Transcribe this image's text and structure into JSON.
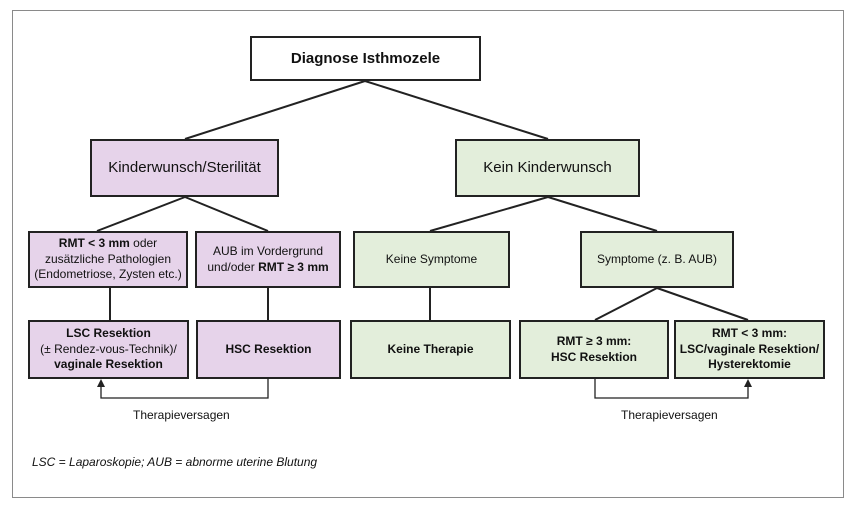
{
  "root": {
    "label": "Diagnose Isthmozele"
  },
  "branches": {
    "left": {
      "label": "Kinderwunsch/Sterilität",
      "cond1": {
        "bold": "RMT < 3 mm",
        "rest1": " oder",
        "rest2": "zusätzliche Pathologien",
        "rest3": "(Endometriose, Zysten etc.)"
      },
      "cond2": {
        "line1": "AUB im Vordergrund",
        "line2_pre": "und/oder ",
        "line2_bold": "RMT ≥ 3 mm"
      },
      "treat1": {
        "line1": "LSC Resektion",
        "line2": "(± Rendez-vous-Technik)/",
        "line3": "vaginale Resektion"
      },
      "treat2": {
        "label": "HSC Resektion"
      },
      "failure": "Therapieversagen"
    },
    "right": {
      "label": "Kein Kinderwunsch",
      "cond1": {
        "label": "Keine Symptome"
      },
      "cond2": {
        "label": "Symptome (z. B. AUB)"
      },
      "treat1": {
        "label": "Keine Therapie"
      },
      "treat2": {
        "line1": "RMT ≥ 3 mm:",
        "line2": "HSC Resektion"
      },
      "treat3": {
        "line1": "RMT < 3 mm:",
        "line2": "LSC/vaginale Resektion/",
        "line3": "Hysterektomie"
      },
      "failure": "Therapieversagen"
    }
  },
  "legend": "LSC = Laparoskopie; AUB = abnorme uterine Blutung",
  "colors": {
    "purple": "#e6d3ea",
    "green": "#e3eedb",
    "border": "#222222"
  }
}
